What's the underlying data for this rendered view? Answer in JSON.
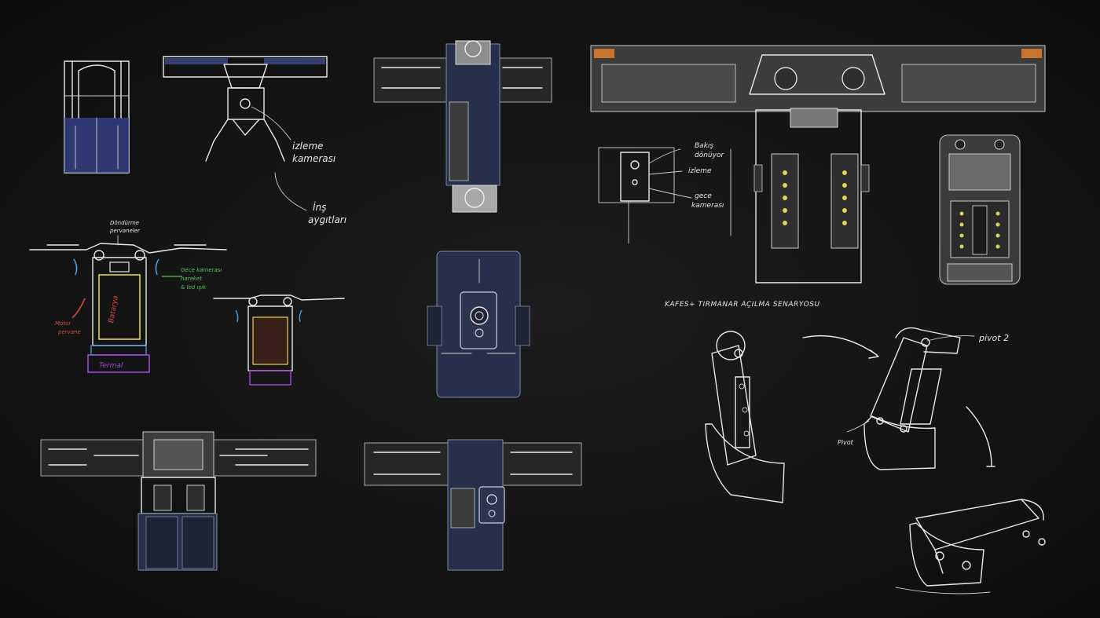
{
  "annotations": {
    "izleme_kamerasi_1": "izleme",
    "izleme_kamerasi_2": "kamerası",
    "ins_aygitlari_1": "İnş",
    "ins_aygitlari_2": "aygıtları",
    "dondurme_pervaneler_1": "Döndürme",
    "dondurme_pervaneler_2": "pervaneler",
    "gece_kamera_hareket_1": "Gece kamerası",
    "gece_kamera_hareket_2": "hareket",
    "gece_kamera_hareket_3": "& led ışık",
    "motor_pervane_1": "Motor",
    "motor_pervane_2": "pervane",
    "batarya": "Batarya",
    "termal": "Termal",
    "bakis_donuyor_1": "Bakış",
    "bakis_donuyor_2": "dönüyor",
    "izleme_short": "izleme",
    "gece_kamerasi_1": "gece",
    "gece_kamerasi_2": "kamerası",
    "kafes_title": "KAFES+ TIRMANAR AÇILMA SENARYOSU",
    "pivot_2": "pivot 2",
    "pivot": "Pivot"
  },
  "colors": {
    "background": "#141414",
    "sketch_line": "#e8e8e8",
    "navy_body": "#27304a",
    "grey_body": "#3c3c3c",
    "accent_orange": "#d87a2a",
    "marker_green": "#4fc35a",
    "marker_red": "#d8483a",
    "marker_blue": "#4aa0e0",
    "marker_yellow": "#e8d24a"
  }
}
